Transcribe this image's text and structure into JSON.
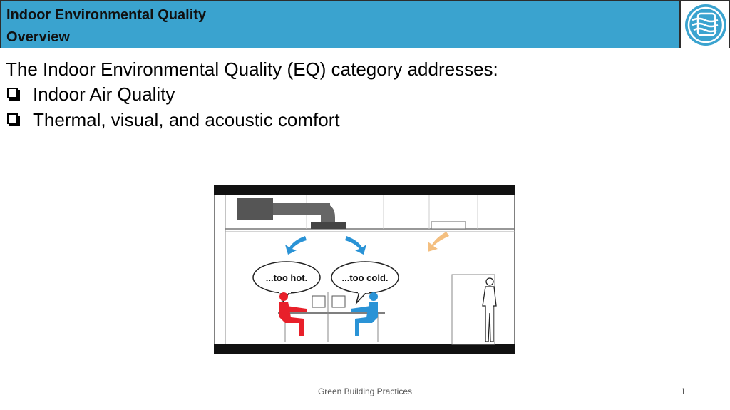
{
  "header": {
    "title_line1": "Indoor Environmental Quality",
    "title_line2": "Overview",
    "accent_color": "#3aa3cf"
  },
  "logo": {
    "icon": "water-wind-logo-icon"
  },
  "content": {
    "intro": "The Indoor Environmental Quality (EQ) category addresses:",
    "bullets": [
      "Indoor Air Quality",
      "Thermal, visual, and acoustic comfort"
    ]
  },
  "illustration": {
    "bubble_left": "...too hot.",
    "bubble_right": "...too cold.",
    "warm_color": "#e8202a",
    "cool_color": "#2a93d6"
  },
  "footer": {
    "center_text": "Green Building Practices",
    "page_number": "1"
  }
}
